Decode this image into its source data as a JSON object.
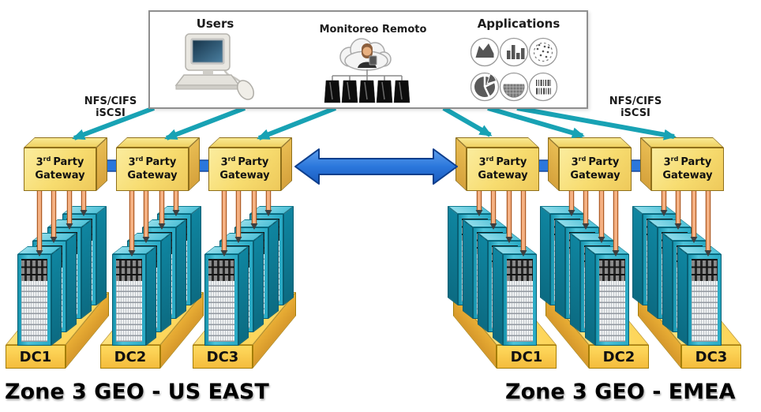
{
  "header_box": {
    "users_label": "Users",
    "monitoring_label": "Monitoreo Remoto",
    "applications_label": "Applications",
    "application_icons": [
      "area-chart",
      "bar-chart",
      "scatter-plot",
      "pie-chart",
      "filled-area",
      "barcode"
    ]
  },
  "protocols": {
    "left": {
      "line1": "NFS/CIFS",
      "line2": "iSCSI"
    },
    "right": {
      "line1": "NFS/CIFS",
      "line2": "iSCSI"
    }
  },
  "gateways": {
    "left": [
      {
        "ordinal": "3",
        "ordinal_suffix": "rd",
        "line1_rest": "Party",
        "line2": "Gateway"
      },
      {
        "ordinal": "3",
        "ordinal_suffix": "rd",
        "line1_rest": "Party",
        "line2": "Gateway"
      },
      {
        "ordinal": "3",
        "ordinal_suffix": "rd",
        "line1_rest": "Party",
        "line2": "Gateway"
      }
    ],
    "right": [
      {
        "ordinal": "3",
        "ordinal_suffix": "rd",
        "line1_rest": "Party",
        "line2": "Gateway"
      },
      {
        "ordinal": "3",
        "ordinal_suffix": "rd",
        "line1_rest": "Party",
        "line2": "Gateway"
      },
      {
        "ordinal": "3",
        "ordinal_suffix": "rd",
        "line1_rest": "Party",
        "line2": "Gateway"
      }
    ]
  },
  "zones": {
    "left": {
      "title": "Zone 3 GEO - US EAST",
      "datacenters": [
        "DC1",
        "DC2",
        "DC3"
      ]
    },
    "right": {
      "title": "Zone 3 GEO - EMEA",
      "datacenters": [
        "DC1",
        "DC2",
        "DC3"
      ]
    }
  },
  "colors": {
    "uplink_teal": "#18A2B4",
    "geo_link_blue": "#2B77DC",
    "gateway_yellow": "#F7DC6F",
    "platform_yellow": "#FDD456",
    "rack_teal": "#28A9C4",
    "cable_orange": "#F4B183"
  }
}
